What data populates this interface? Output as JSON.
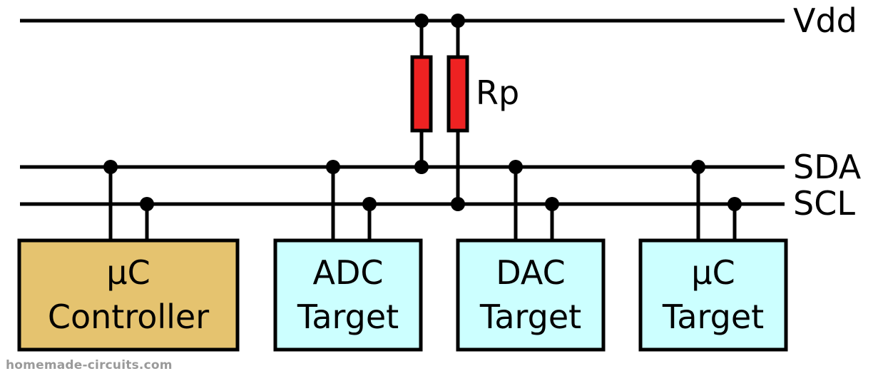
{
  "buses": {
    "vdd": "Vdd",
    "sda": "SDA",
    "scl": "SCL"
  },
  "resistor_label": "Rp",
  "blocks": [
    {
      "line1": "µC",
      "line2": "Controller",
      "fill": "#e5c36f"
    },
    {
      "line1": "ADC",
      "line2": "Target",
      "fill": "#ccffff"
    },
    {
      "line1": "DAC",
      "line2": "Target",
      "fill": "#ccffff"
    },
    {
      "line1": "µC",
      "line2": "Target",
      "fill": "#ccffff"
    }
  ],
  "colors": {
    "wire": "#000000",
    "resistor": "#ee2222"
  },
  "watermark": "homemade-circuits.com"
}
